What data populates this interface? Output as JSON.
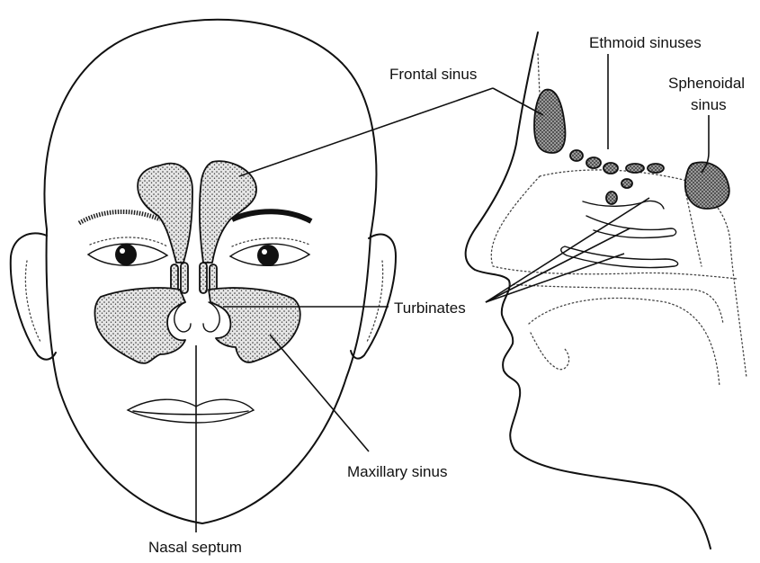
{
  "labels": {
    "frontal_sinus": "Frontal sinus",
    "ethmoid_sinuses": "Ethmoid sinuses",
    "sphenoidal_sinus_line1": "Sphenoidal",
    "sphenoidal_sinus_line2": "sinus",
    "turbinates": "Turbinates",
    "maxillary_sinus": "Maxillary sinus",
    "nasal_septum": "Nasal septum"
  },
  "colors": {
    "ink": "#111111",
    "stipple_light": "#cfcfcf",
    "stipple_dark": "#6e6e6e"
  }
}
